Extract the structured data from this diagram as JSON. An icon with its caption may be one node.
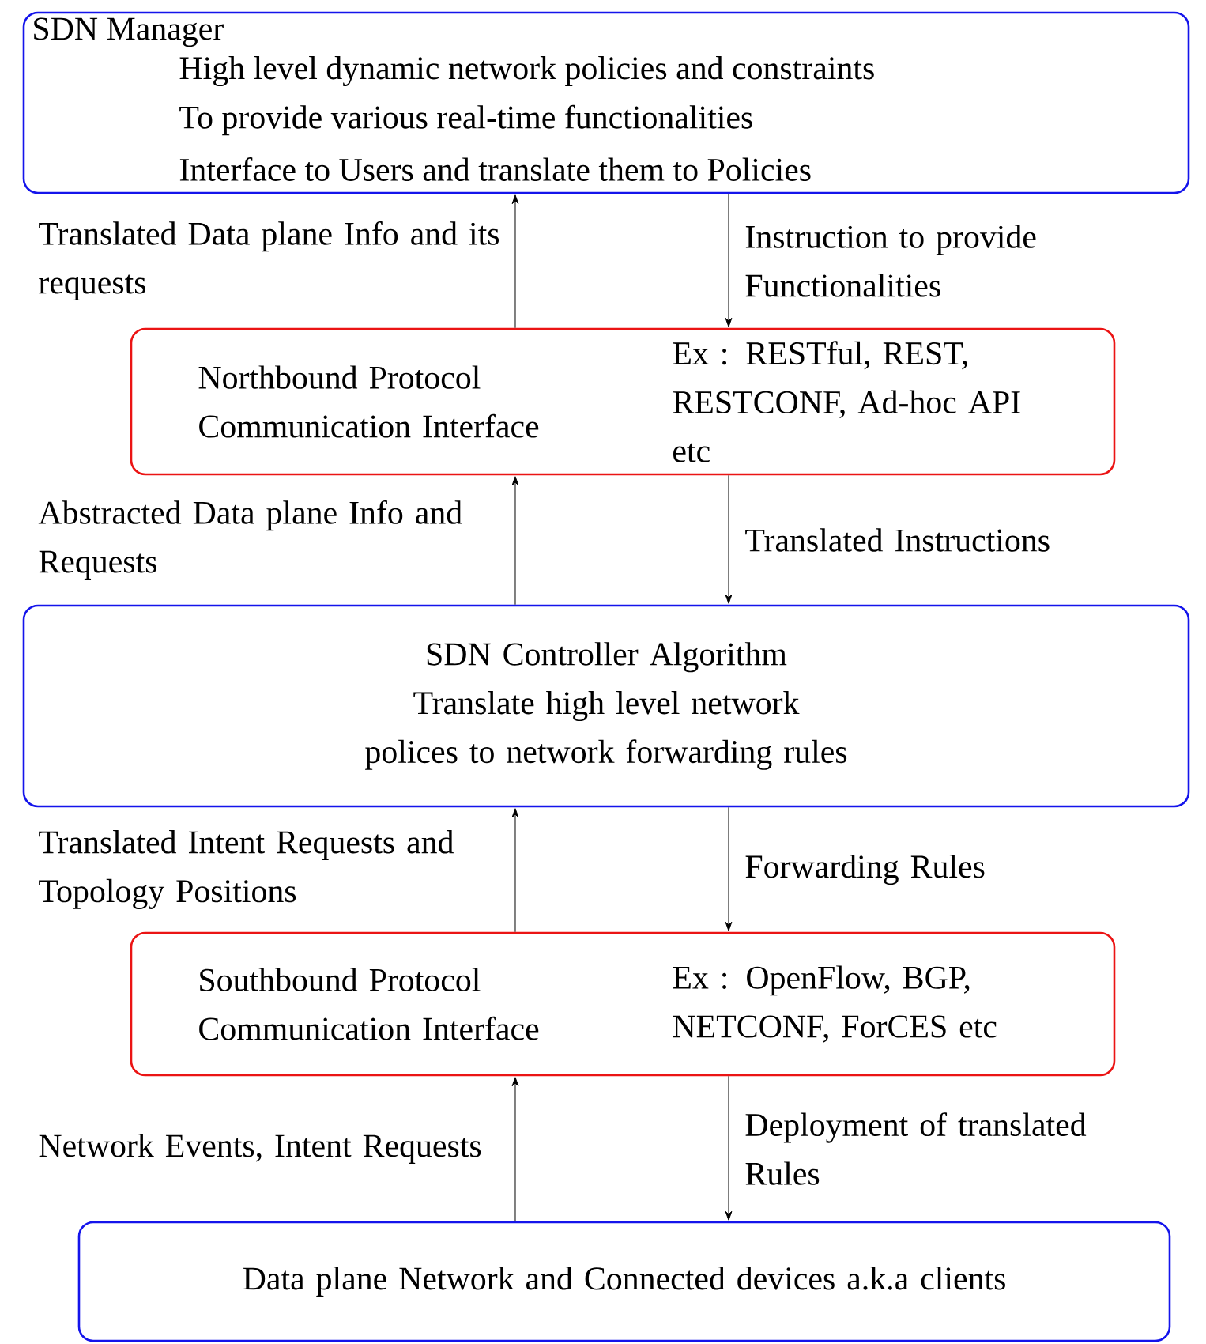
{
  "diagram": {
    "nodes": [
      {
        "text": [
          "SDN Manager",
          "High level dynamic network policies and constraints",
          "To provide various real-time functionalities",
          "Interface to Users and translate them to Policies"
        ]
      },
      {
        "text": [
          "Northbound Protocol Communication Interface",
          "Ex : RESTful, REST, RESTCONF, Ad-hoc API etc"
        ]
      },
      {
        "text": [
          "SDN Controller Algorithm",
          "Translate high level network polices to network forwarding rules"
        ]
      },
      {
        "text": [
          "Southbound Protocol Communication Interface",
          "Ex : OpenFlow, BGP, NETCONF, ForCES etc"
        ]
      },
      {
        "text": [
          "Data plane Network and Connected devices a.k.a clients"
        ]
      }
    ],
    "edges": [
      {
        "from": 1,
        "to": 0,
        "arrow": "to",
        "label": "Translated Data plane Info and its requests"
      },
      {
        "from": 0,
        "to": 1,
        "arrow": "to",
        "label": "Instruction to provide Functionalities"
      },
      {
        "from": 2,
        "to": 1,
        "arrow": "to",
        "label": "Abstracted Data plane Info and Requests"
      },
      {
        "from": 1,
        "to": 2,
        "arrow": "to",
        "label": "Translated Instructions"
      },
      {
        "from": 3,
        "to": 2,
        "arrow": "to",
        "label": "Translated Intent Requests and Topology Positions"
      },
      {
        "from": 2,
        "to": 3,
        "arrow": "to",
        "label": "Forwarding Rules"
      },
      {
        "from": 4,
        "to": 3,
        "arrow": "to",
        "label": "Network Events, Intent Requests"
      },
      {
        "from": 3,
        "to": 4,
        "arrow": "to",
        "label": "Deployment of translated Rules"
      }
    ]
  }
}
